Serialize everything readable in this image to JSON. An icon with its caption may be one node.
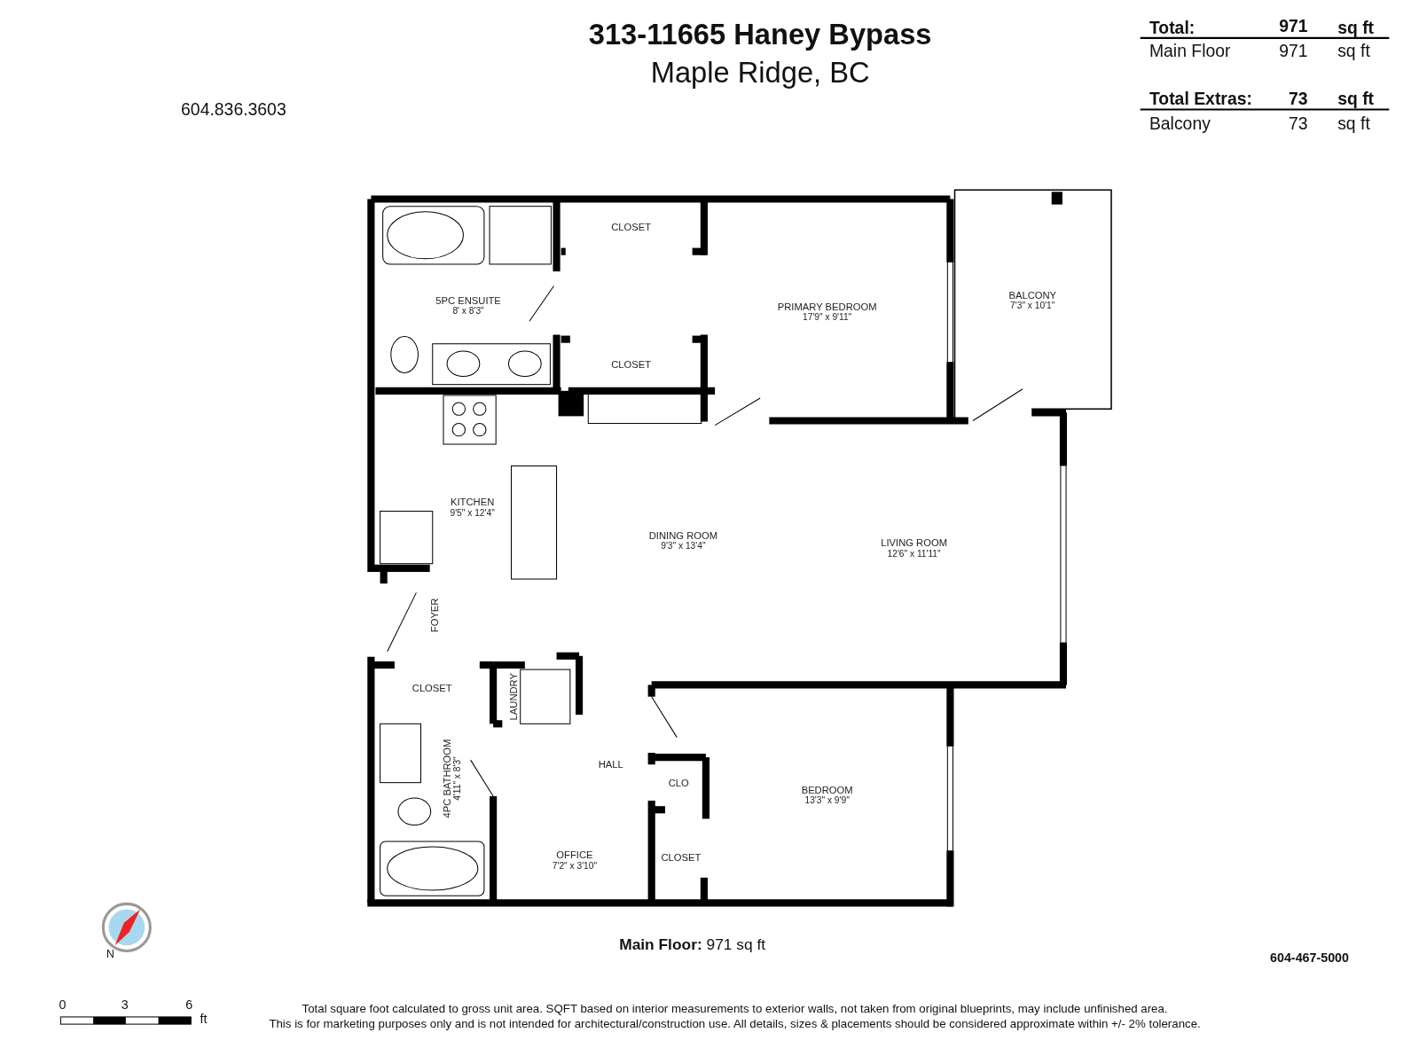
{
  "diagram": {
    "title": "313-11665 Haney Bypass",
    "caption": "**Main Floor:** 971 sq ft",
    "nodes": [
      {
        "text": [
          "5PC ENSUITE",
          "8' x 8'3\""
        ]
      },
      {
        "text": [
          "CLOSET"
        ]
      },
      {
        "text": [
          "PRIMARY BEDROOM",
          "17'9\" x 9'11\""
        ]
      },
      {
        "text": [
          "BALCONY",
          "7'3\" x 10'1\""
        ]
      },
      {
        "text": [
          "CLOSET"
        ]
      },
      {
        "text": [
          "KITCHEN",
          "9'5\" x 12'4\""
        ]
      },
      {
        "text": [
          "DINING ROOM",
          "9'3\" x 13'4\""
        ]
      },
      {
        "text": [
          "LIVING ROOM",
          "12'6\" x 11'11\""
        ]
      },
      {
        "text": [
          "FOYER"
        ]
      },
      {
        "text": [
          "CLOSET"
        ]
      },
      {
        "text": [
          "LAUNDRY"
        ]
      },
      {
        "text": [
          "4PC BATHROOM",
          "4'11\" x 8'3\""
        ]
      },
      {
        "text": [
          "HALL"
        ]
      },
      {
        "text": [
          "CLO"
        ]
      },
      {
        "text": [
          "BEDROOM",
          "13'3\" x 9'9\""
        ]
      },
      {
        "text": [
          "OFFICE",
          "7'2\" x 3'10\""
        ]
      },
      {
        "text": [
          "CLOSET"
        ]
      }
    ],
    "labels": [
      "Maple Ridge, BC",
      "604.836.3603",
      "Total:",
      "971",
      "sq ft",
      "Main Floor",
      "971",
      "sq ft",
      "Total Extras:",
      "73",
      "sq ft",
      "Balcony",
      "73",
      "sq ft",
      "N",
      "604-467-5000",
      "0",
      "3",
      "6",
      "ft",
      "Total square foot calculated to gross unit area. SQFT based on interior measurements to exterior walls, not taken from original blueprints, may include unfinished area.",
      "This is for marketing purposes only and is not intended for architectural/construction use. All details, sizes & placements should be considered approximate within +/- 2% tolerance."
    ]
  }
}
